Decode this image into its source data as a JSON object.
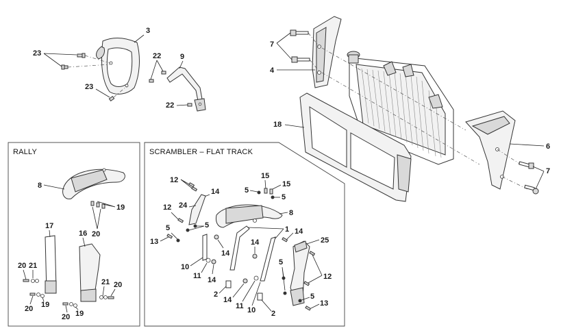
{
  "panels": {
    "rally_title": "RALLY",
    "scrambler_title": "SCRAMBLER – FLAT TRACK"
  },
  "callouts": {
    "top": [
      "3",
      "23",
      "23",
      "22",
      "9",
      "22",
      "7",
      "4",
      "18",
      "6",
      "7"
    ],
    "rally": [
      "8",
      "19",
      "20",
      "17",
      "16",
      "20",
      "21",
      "20",
      "19",
      "20",
      "19",
      "21",
      "20"
    ],
    "scrambler": [
      "12",
      "14",
      "24",
      "12",
      "5",
      "13",
      "5",
      "15",
      "5",
      "15",
      "5",
      "8",
      "1",
      "14",
      "25",
      "14",
      "14",
      "10",
      "11",
      "14",
      "12",
      "5",
      "2",
      "14",
      "11",
      "10",
      "2",
      "5",
      "13"
    ]
  },
  "colors": {
    "line": "#333333",
    "part_fill": "#f2f2f2",
    "part_shade": "#d9d9d9",
    "background": "#ffffff"
  }
}
